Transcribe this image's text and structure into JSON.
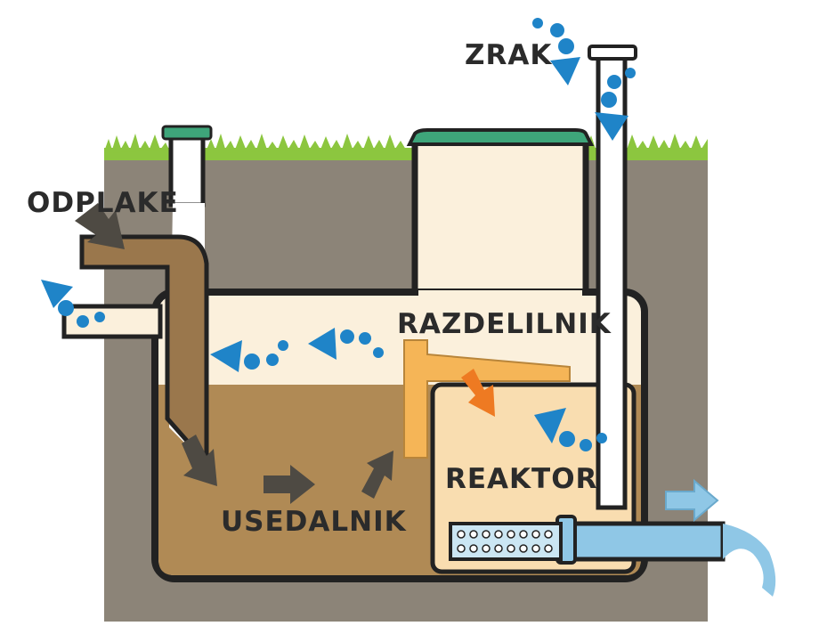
{
  "labels": {
    "zrak": "ZRAK",
    "odplake": "ODPLAKE",
    "razdelilnik": "RAZDELILNIK",
    "reaktor": "REAKTOR",
    "usedalnik": "USEDALNIK"
  },
  "colors": {
    "soil": "#8c8478",
    "grass": "#8cc63f",
    "lid": "#3ea57a",
    "outline": "#222222",
    "tank_fill": "#fbf0dc",
    "sludge": "#b08a55",
    "reactor": "#f9ddb0",
    "distributor": "#f5b557",
    "bubbles": "#1f84c8",
    "arrow_dark": "#4e4a43",
    "arrow_orange": "#ee7a22",
    "outflow": "#8fc7e6"
  },
  "icons": {
    "inflow_arrow": "arrow-icon",
    "air_bubbles": "air-bubble-icon",
    "outflow_arrow": "outflow-arrow-icon"
  }
}
